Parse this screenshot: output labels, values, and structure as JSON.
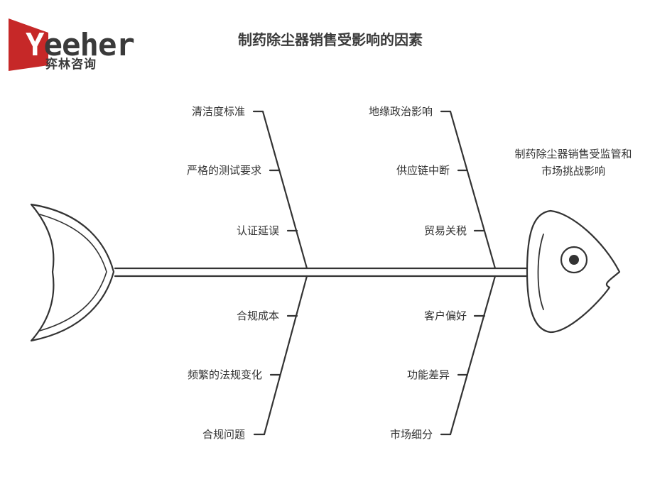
{
  "logo": {
    "brand": "Yeeher",
    "brand_first": "Y",
    "brand_rest": "eeher",
    "subtitle": "弈林咨询",
    "color": "#c62828"
  },
  "title": "制药除尘器销售受影响的因素",
  "head_label": "制药除尘器销售受监管和市场挑战影响",
  "upper_left_bones": [
    "清洁度标准",
    "严格的测试要求",
    "认证延误"
  ],
  "lower_left_bones": [
    "合规成本",
    "频繁的法规变化",
    "合规问题"
  ],
  "upper_right_bones": [
    "地缘政治影响",
    "供应链中断",
    "贸易关税"
  ],
  "lower_right_bones": [
    "客户偏好",
    "功能差异",
    "市场细分"
  ],
  "stroke_color": "#333333"
}
